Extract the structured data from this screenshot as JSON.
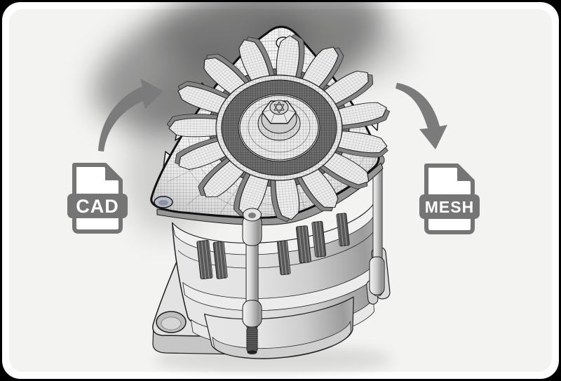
{
  "scene": {
    "description_labels": {
      "source_label": "CAD",
      "target_label": "MESH"
    }
  },
  "workflow": {
    "source": {
      "label": "CAD",
      "icon": "cad-file-icon"
    },
    "target": {
      "label": "MESH",
      "icon": "mesh-file-icon"
    },
    "left_arrow_icon": "curved-arrow-up-right-icon",
    "right_arrow_icon": "curved-arrow-down-right-icon",
    "model_icon": "alternator-wireframe-3d-model"
  },
  "colors": {
    "page_background": "#000000",
    "frame": "#ffffff",
    "card_background": "#f3f3f2",
    "icon_gray": "#757575",
    "arrow_gray": "#7b7b7b",
    "model_outline": "#1d1d1d",
    "model_surface_light": "#e9e9e9",
    "model_surface_shaded": "#a8a8a8",
    "mesh_line": "rgba(30,30,30,0.45)",
    "vertex_marker_yellow": "#e2e24a"
  }
}
